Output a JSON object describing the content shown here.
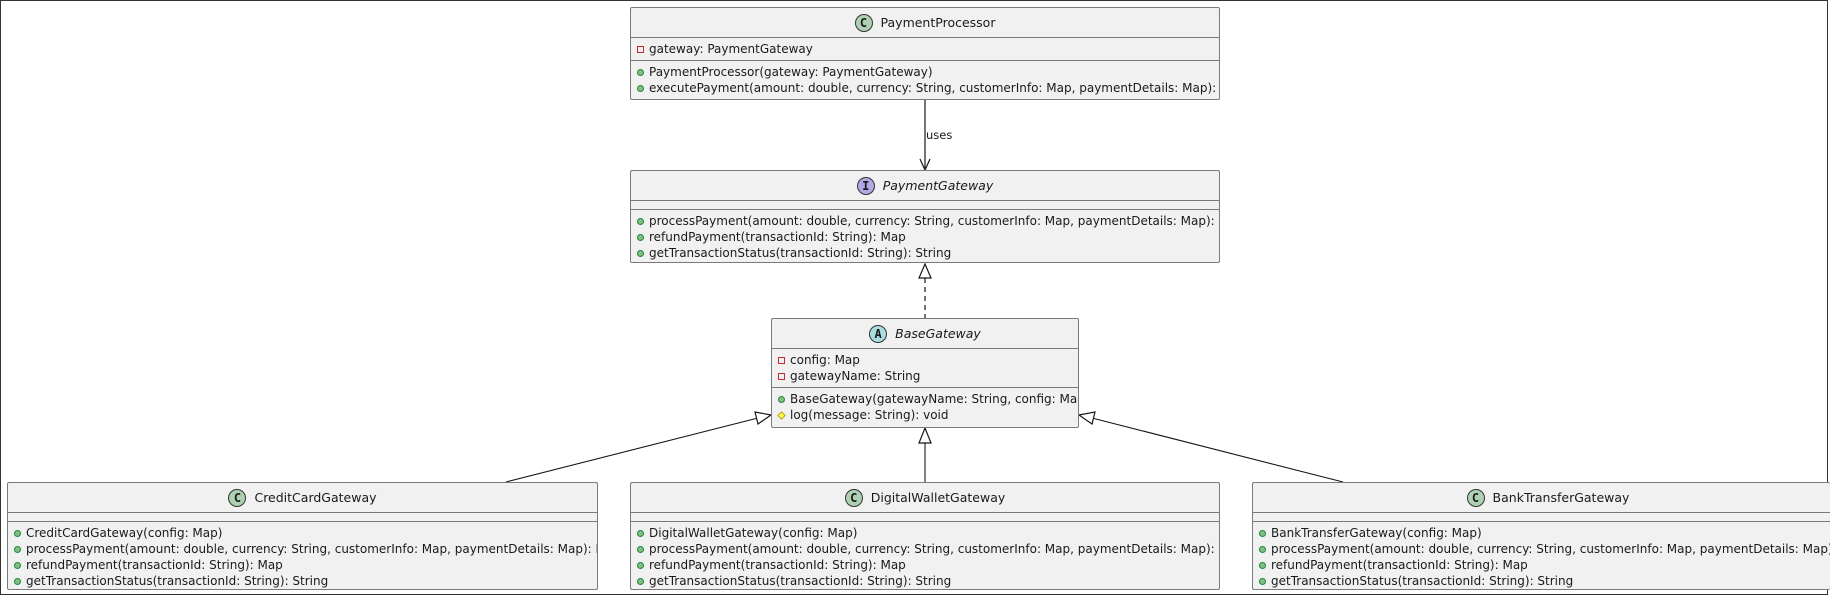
{
  "relations": {
    "uses_label": "uses"
  },
  "classes": {
    "payment_processor": {
      "name": "PaymentProcessor",
      "stereotype": "C",
      "fields": [
        {
          "vis": "private",
          "text": "gateway: PaymentGateway"
        }
      ],
      "methods": [
        {
          "vis": "public",
          "text": "PaymentProcessor(gateway: PaymentGateway)"
        },
        {
          "vis": "public",
          "text": "executePayment(amount: double, currency: String, customerInfo: Map, paymentDetails: Map): Map"
        }
      ]
    },
    "payment_gateway": {
      "name": "PaymentGateway",
      "stereotype": "I",
      "methods": [
        {
          "vis": "public",
          "text": "processPayment(amount: double, currency: String, customerInfo: Map, paymentDetails: Map): Map"
        },
        {
          "vis": "public",
          "text": "refundPayment(transactionId: String): Map"
        },
        {
          "vis": "public",
          "text": "getTransactionStatus(transactionId: String): String"
        }
      ]
    },
    "base_gateway": {
      "name": "BaseGateway",
      "stereotype": "A",
      "fields": [
        {
          "vis": "private",
          "text": "config: Map"
        },
        {
          "vis": "private",
          "text": "gatewayName: String"
        }
      ],
      "methods": [
        {
          "vis": "public",
          "text": "BaseGateway(gatewayName: String, config: Map)"
        },
        {
          "vis": "protected",
          "text": "log(message: String): void"
        }
      ]
    },
    "credit_card_gateway": {
      "name": "CreditCardGateway",
      "stereotype": "C",
      "methods": [
        {
          "vis": "public",
          "text": "CreditCardGateway(config: Map)"
        },
        {
          "vis": "public",
          "text": "processPayment(amount: double, currency: String, customerInfo: Map, paymentDetails: Map): Map"
        },
        {
          "vis": "public",
          "text": "refundPayment(transactionId: String): Map"
        },
        {
          "vis": "public",
          "text": "getTransactionStatus(transactionId: String): String"
        }
      ]
    },
    "digital_wallet_gateway": {
      "name": "DigitalWalletGateway",
      "stereotype": "C",
      "methods": [
        {
          "vis": "public",
          "text": "DigitalWalletGateway(config: Map)"
        },
        {
          "vis": "public",
          "text": "processPayment(amount: double, currency: String, customerInfo: Map, paymentDetails: Map): Map"
        },
        {
          "vis": "public",
          "text": "refundPayment(transactionId: String): Map"
        },
        {
          "vis": "public",
          "text": "getTransactionStatus(transactionId: String): String"
        }
      ]
    },
    "bank_transfer_gateway": {
      "name": "BankTransferGateway",
      "stereotype": "C",
      "methods": [
        {
          "vis": "public",
          "text": "BankTransferGateway(config: Map)"
        },
        {
          "vis": "public",
          "text": "processPayment(amount: double, currency: String, customerInfo: Map, paymentDetails: Map): Map"
        },
        {
          "vis": "public",
          "text": "refundPayment(transactionId: String): Map"
        },
        {
          "vis": "public",
          "text": "getTransactionStatus(transactionId: String): String"
        }
      ]
    }
  }
}
